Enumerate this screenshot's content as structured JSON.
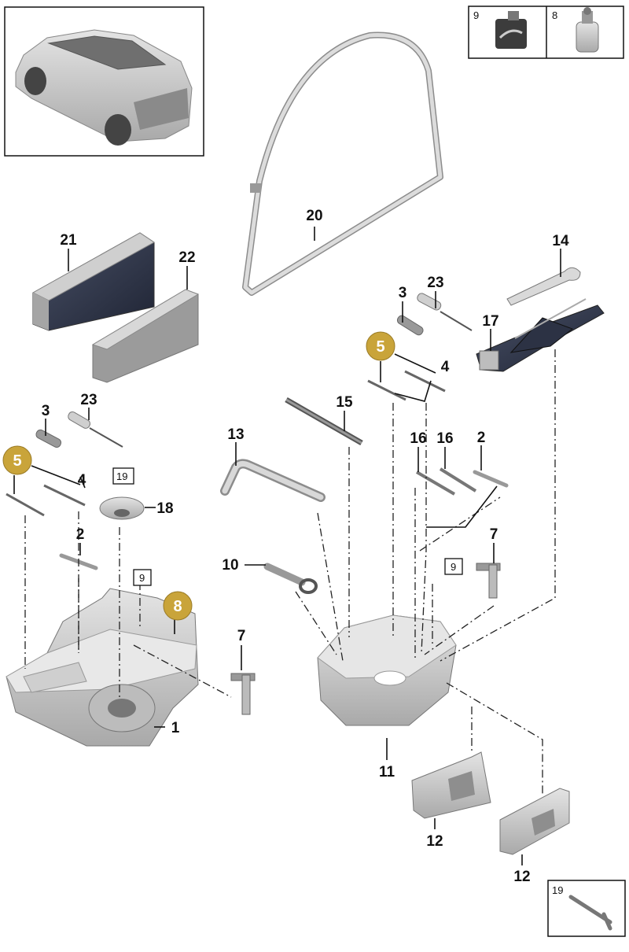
{
  "callouts": {
    "c1": "1",
    "c2a": "2",
    "c2b": "2",
    "c3a": "3",
    "c3b": "3",
    "c4a": "4",
    "c4b": "4",
    "c5a": "5",
    "c5b": "5",
    "c7a": "7",
    "c7b": "7",
    "c8": "8",
    "c8box": "8",
    "c9box": "9",
    "c9a": "9",
    "c9b": "9",
    "c10": "10",
    "c11": "11",
    "c12a": "12",
    "c12b": "12",
    "c13": "13",
    "c14": "14",
    "c15": "15",
    "c16a": "16",
    "c16b": "16",
    "c17": "17",
    "c18": "18",
    "c19a": "19",
    "c19box": "19",
    "c20": "20",
    "c21": "21",
    "c22": "22",
    "c23a": "23",
    "c23b": "23"
  },
  "colors": {
    "badge": "#c9a43a",
    "line": "#111111",
    "part_fill": "#c9c9c9",
    "part_dark": "#333a4d"
  },
  "icons": [
    "vehicle-thumbnail",
    "tire-sealant-compressor-icon",
    "tire-sealant-bottle-icon"
  ]
}
